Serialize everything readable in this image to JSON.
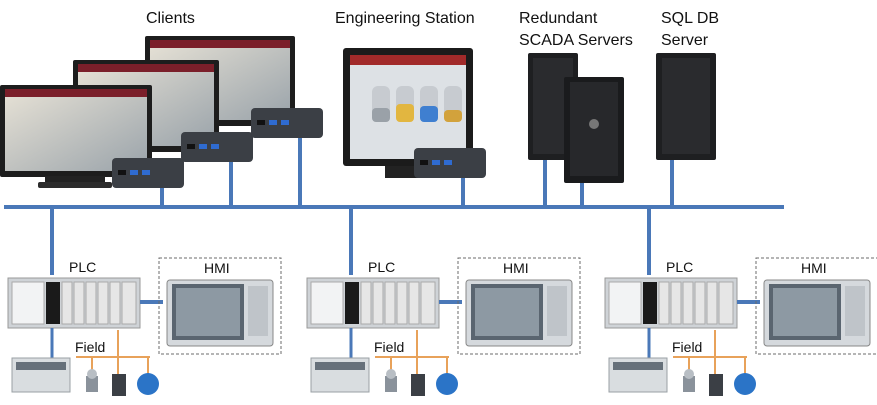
{
  "top_labels": {
    "clients": "Clients",
    "engineering_station": "Engineering Station",
    "redundant_line1": "Redundant",
    "redundant_line2": "SCADA Servers",
    "sqldb_line1": "SQL DB",
    "sqldb_line2": "Server"
  },
  "cells": [
    {
      "plc": "PLC",
      "hmi": "HMI",
      "field": "Field"
    },
    {
      "plc": "PLC",
      "hmi": "HMI",
      "field": "Field"
    },
    {
      "plc": "PLC",
      "hmi": "HMI",
      "field": "Field"
    }
  ],
  "colors": {
    "network_bus": "#4a78b8",
    "field_bus": "#e8a25a",
    "hmi_border": "#6b6b6b"
  }
}
